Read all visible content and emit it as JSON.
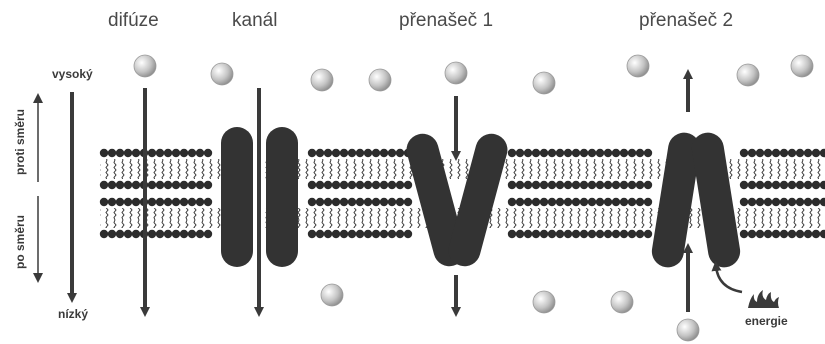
{
  "labels": {
    "diffusion": "difúze",
    "channel": "kanál",
    "carrier1": "přenašeč 1",
    "carrier2": "přenašeč 2",
    "high": "vysoký",
    "low": "nízký",
    "against_gradient": "proti směru",
    "with_gradient": "po směru",
    "energy": "energie"
  },
  "icons": {
    "molecule": "grey-sphere",
    "energy": "flame-icon"
  },
  "colors": {
    "membrane": "#2c2c2c",
    "protein": "#333333",
    "arrow": "#3a3a3a",
    "molecule": "#bdbdbd"
  }
}
